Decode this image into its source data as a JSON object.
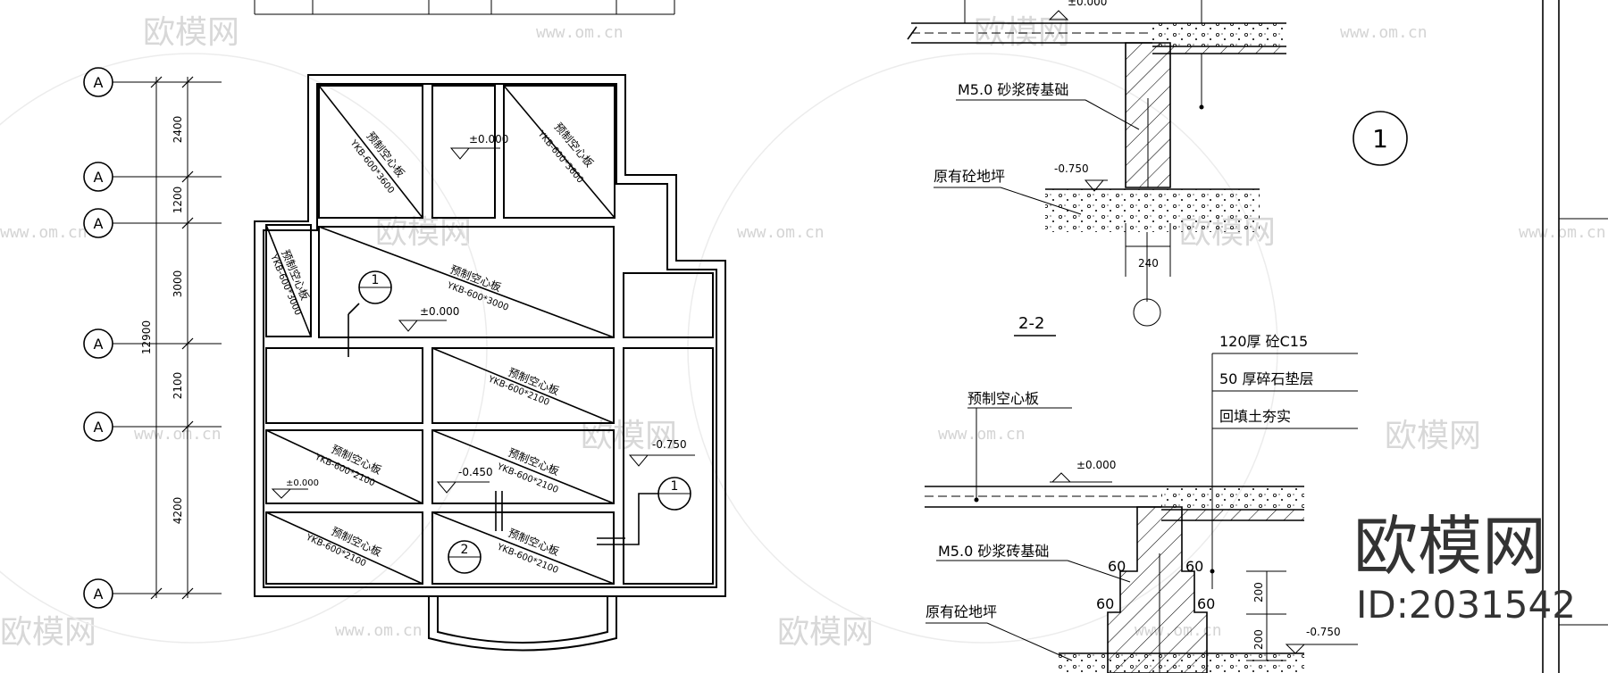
{
  "watermark": {
    "brand": "欧模网",
    "url": "www.om.cn"
  },
  "brand_mark": {
    "name": "欧模网",
    "id": "ID:2031542"
  },
  "plan": {
    "axis_label": "A",
    "dims": [
      "2400",
      "1200",
      "3000",
      "2100",
      "4200"
    ],
    "total": "12900",
    "slab_label": "预制空心板",
    "slab_codes": [
      "YKB-600*3600",
      "YKB-600*3600",
      "YKB-600*3000",
      "YKB-600*3000",
      "YKB-600*2100",
      "YKB-600*2100",
      "YKB-600*2100",
      "YKB-600*2100",
      "YKB-600*2100"
    ],
    "levels": [
      "±0.000",
      "±0.000",
      "±0.000",
      "-0.450",
      "-0.750"
    ],
    "section_marks": [
      "1",
      "1",
      "2"
    ]
  },
  "section1": {
    "top_level": "±0.000",
    "foundation": "M5.0  砂浆砖基础",
    "existing_floor": "原有砼地坪",
    "floor_level": "-0.750",
    "width": "240",
    "mark": "1"
  },
  "section2": {
    "title": "2-2",
    "layers": [
      "120厚   砼C15",
      "50  厚碎石垫层",
      "回填土夯实"
    ],
    "slab_label": "预制空心板",
    "top_level": "±0.000",
    "foundation": "M5.0  砂浆砖基础",
    "steps": [
      "60",
      "60",
      "60",
      "60"
    ],
    "heights": [
      "200",
      "200"
    ],
    "existing_floor": "原有砼地坪",
    "floor_level": "-0.750"
  }
}
